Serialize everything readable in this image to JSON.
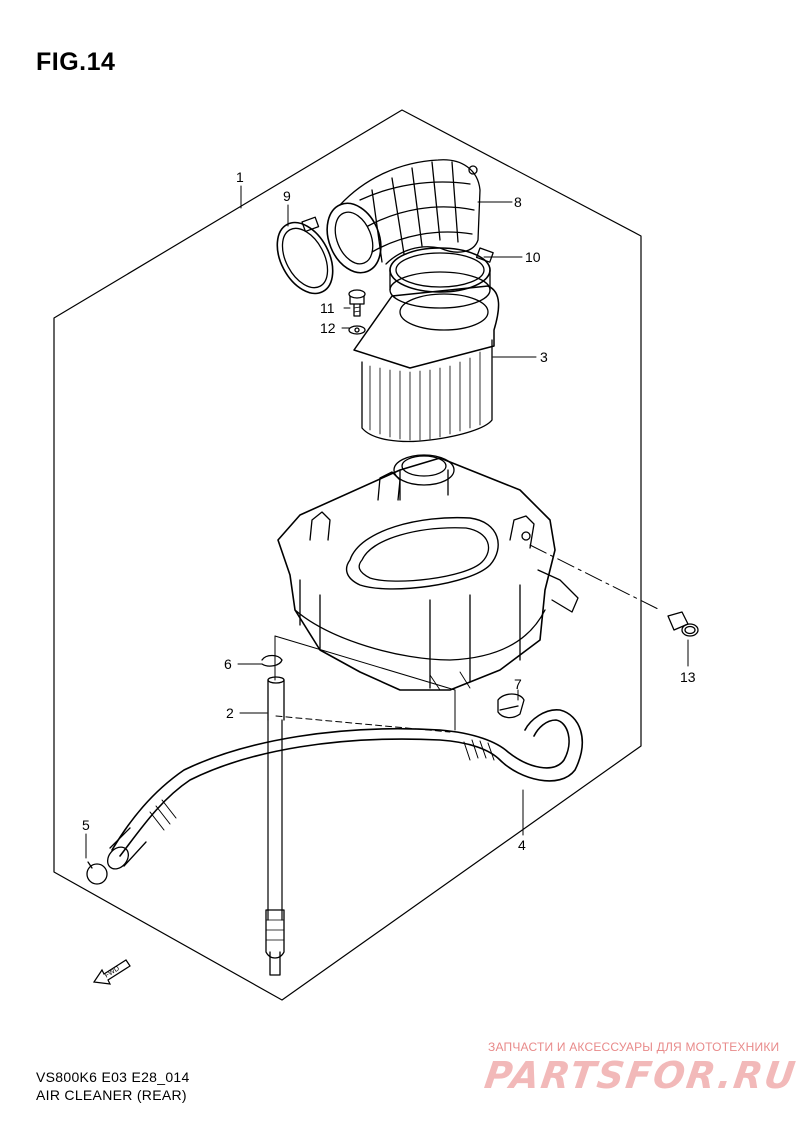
{
  "figure": {
    "title": "FIG.14"
  },
  "callouts": [
    {
      "id": "1",
      "label": "1"
    },
    {
      "id": "2",
      "label": "2"
    },
    {
      "id": "3",
      "label": "3"
    },
    {
      "id": "4",
      "label": "4"
    },
    {
      "id": "5",
      "label": "5"
    },
    {
      "id": "6",
      "label": "6"
    },
    {
      "id": "7",
      "label": "7"
    },
    {
      "id": "8",
      "label": "8"
    },
    {
      "id": "9",
      "label": "9"
    },
    {
      "id": "10",
      "label": "10"
    },
    {
      "id": "11",
      "label": "11"
    },
    {
      "id": "12",
      "label": "12"
    },
    {
      "id": "13",
      "label": "13"
    }
  ],
  "direction_badge": {
    "label": "FWD"
  },
  "footer": {
    "model_code": "VS800K6 E03 E28_014",
    "section_name": "AIR CLEANER (REAR)"
  },
  "watermark": {
    "caption": "ЗАПЧАСТИ И АКСЕССУАРЫ ДЛЯ МОТОТЕХНИКИ",
    "logo_text": "PARTSFOR.RU",
    "color": "#f2b9b9"
  }
}
